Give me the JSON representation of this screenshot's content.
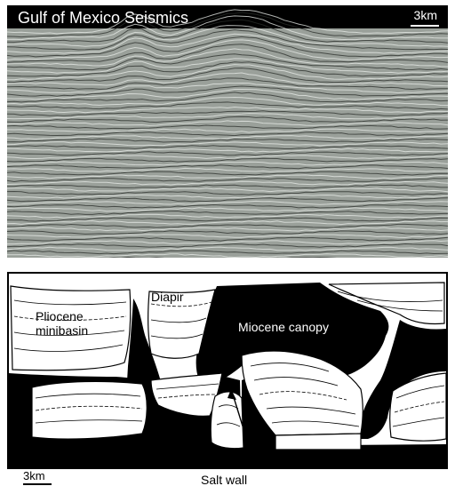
{
  "seismic": {
    "title": "Gulf of Mexico Seismics",
    "scale": "3km"
  },
  "interpretation": {
    "labels": {
      "pliocene": "Pliocene\nminibasin",
      "diapir": "Diapir",
      "canopy": "Miocene canopy",
      "saltwall": "Salt wall"
    },
    "scale": "3km"
  },
  "colors": {
    "salt": "#000000",
    "seismic_bg": "#9aa09a",
    "sediment": "#ffffff"
  }
}
